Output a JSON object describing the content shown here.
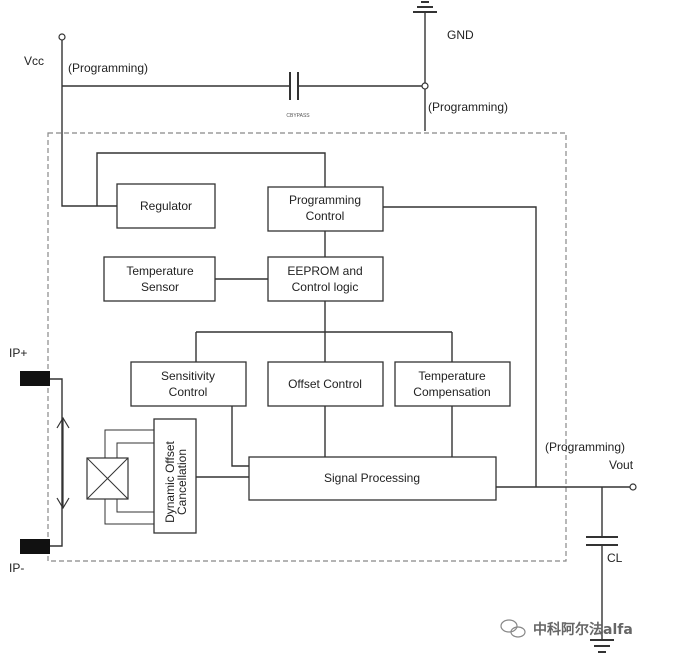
{
  "labels": {
    "vcc": "Vcc",
    "gnd": "GND",
    "programming_left": "(Programming)",
    "programming_right": "(Programming)",
    "programming_vout": "(Programming)",
    "vout": "Vout",
    "cl": "CL",
    "ip_plus": "IP+",
    "ip_minus": "IP-",
    "cap_label": "CBYPASS"
  },
  "blocks": {
    "regulator": [
      "Regulator"
    ],
    "programming_control": [
      "Programming",
      "Control"
    ],
    "temperature_sensor": [
      "Temperature",
      "Sensor"
    ],
    "eeprom": [
      "EEPROM and",
      "Control logic"
    ],
    "sensitivity_control": [
      "Sensitivity",
      "Control"
    ],
    "offset_control": [
      "Offset Control"
    ],
    "temperature_compensation": [
      "Temperature",
      "Compensation"
    ],
    "dynamic_offset": [
      "Dynamic Offset",
      "Cancellation"
    ],
    "signal_processing": [
      "Signal Processing"
    ]
  },
  "watermark": "中科阿尔法alfa"
}
